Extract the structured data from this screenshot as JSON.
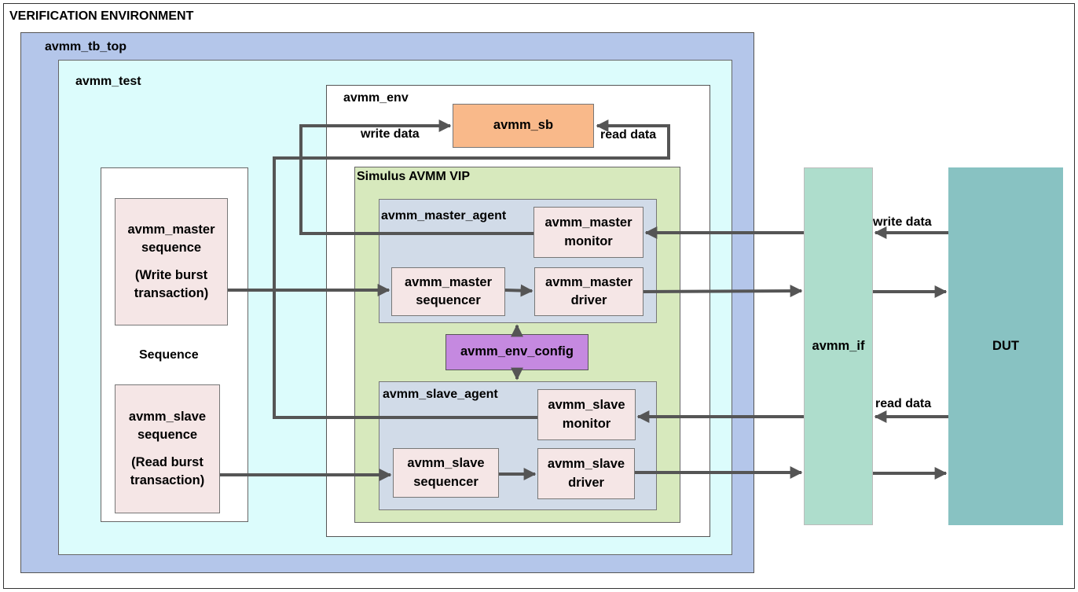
{
  "env_title": "VERIFICATION ENVIRONMENT",
  "tb_top": "avmm_tb_top",
  "test": "avmm_test",
  "env": "avmm_env",
  "scoreboard": "avmm_sb",
  "write_data_sb": "write data",
  "read_data_sb": "read data",
  "vip": "Simulus AVMM VIP",
  "master_agent": "avmm_master_agent",
  "slave_agent": "avmm_slave_agent",
  "master_monitor": [
    "avmm_master",
    "monitor"
  ],
  "master_sequencer": [
    "avmm_master",
    "sequencer"
  ],
  "master_driver": [
    "avmm_master",
    "driver"
  ],
  "slave_monitor": [
    "avmm_slave",
    "monitor"
  ],
  "slave_sequencer": [
    "avmm_slave",
    "sequencer"
  ],
  "slave_driver": [
    "avmm_slave",
    "driver"
  ],
  "env_config": "avmm_env_config",
  "sequence_label": "Sequence",
  "master_sequence": [
    "avmm_master",
    "sequence",
    "(Write burst",
    "transaction)"
  ],
  "slave_sequence": [
    "avmm_slave",
    "sequence",
    "(Read burst",
    "transaction)"
  ],
  "interface": "avmm_if",
  "dut": "DUT",
  "write_data_dut": "write data",
  "read_data_dut": "read data",
  "colors": {
    "tb_top": "#b4c6ea",
    "test": "#dcfcfc",
    "vip": "#d7e9bd",
    "agent": "#d1dbe8",
    "component": "#f5e6e6",
    "scoreboard": "#f9b98a",
    "config": "#c589e0",
    "interface": "#aeddcc",
    "dut": "#88c2c2",
    "wire": "#555555"
  }
}
